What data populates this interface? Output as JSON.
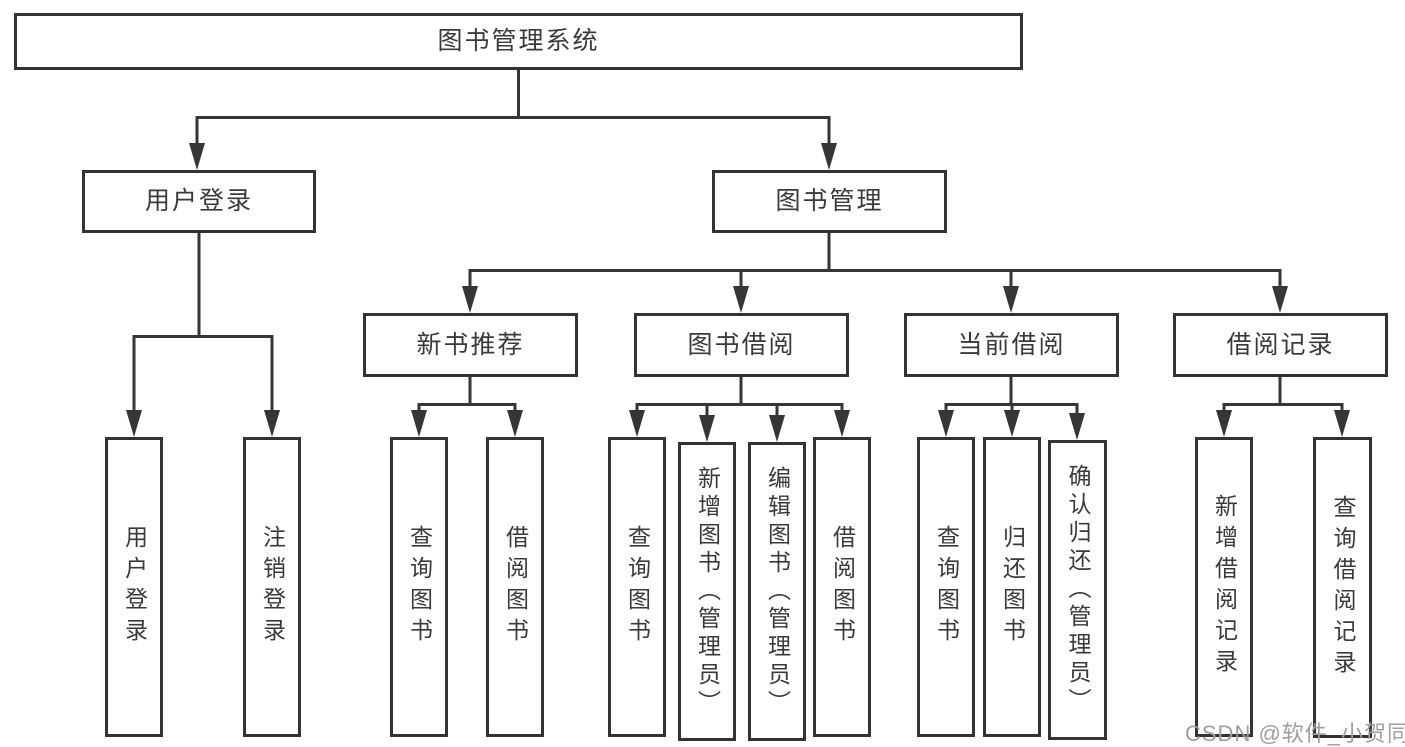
{
  "tree": {
    "root": "图书管理系统",
    "branches": [
      {
        "label": "用户登录",
        "children": [
          "用户登录",
          "注销登录"
        ]
      },
      {
        "label": "图书管理",
        "groups": [
          {
            "label": "新书推荐",
            "children": [
              "查询图书",
              "借阅图书"
            ]
          },
          {
            "label": "图书借阅",
            "children": [
              "查询图书",
              "新增图书（管理员）",
              "编辑图书（管理员）",
              "借阅图书"
            ]
          },
          {
            "label": "当前借阅",
            "children": [
              "查询图书",
              "归还图书",
              "确认归还（管理员）"
            ]
          },
          {
            "label": "借阅记录",
            "children": [
              "新增借阅记录",
              "查询借阅记录"
            ]
          }
        ]
      }
    ]
  },
  "watermark": {
    "text": "CSDN @软件_小贺同学"
  },
  "colors": {
    "line": "#363636",
    "box_border": "#333333",
    "text": "#3a3a3a",
    "background": "#ffffff",
    "watermark_gray": "#9e9e9e"
  }
}
